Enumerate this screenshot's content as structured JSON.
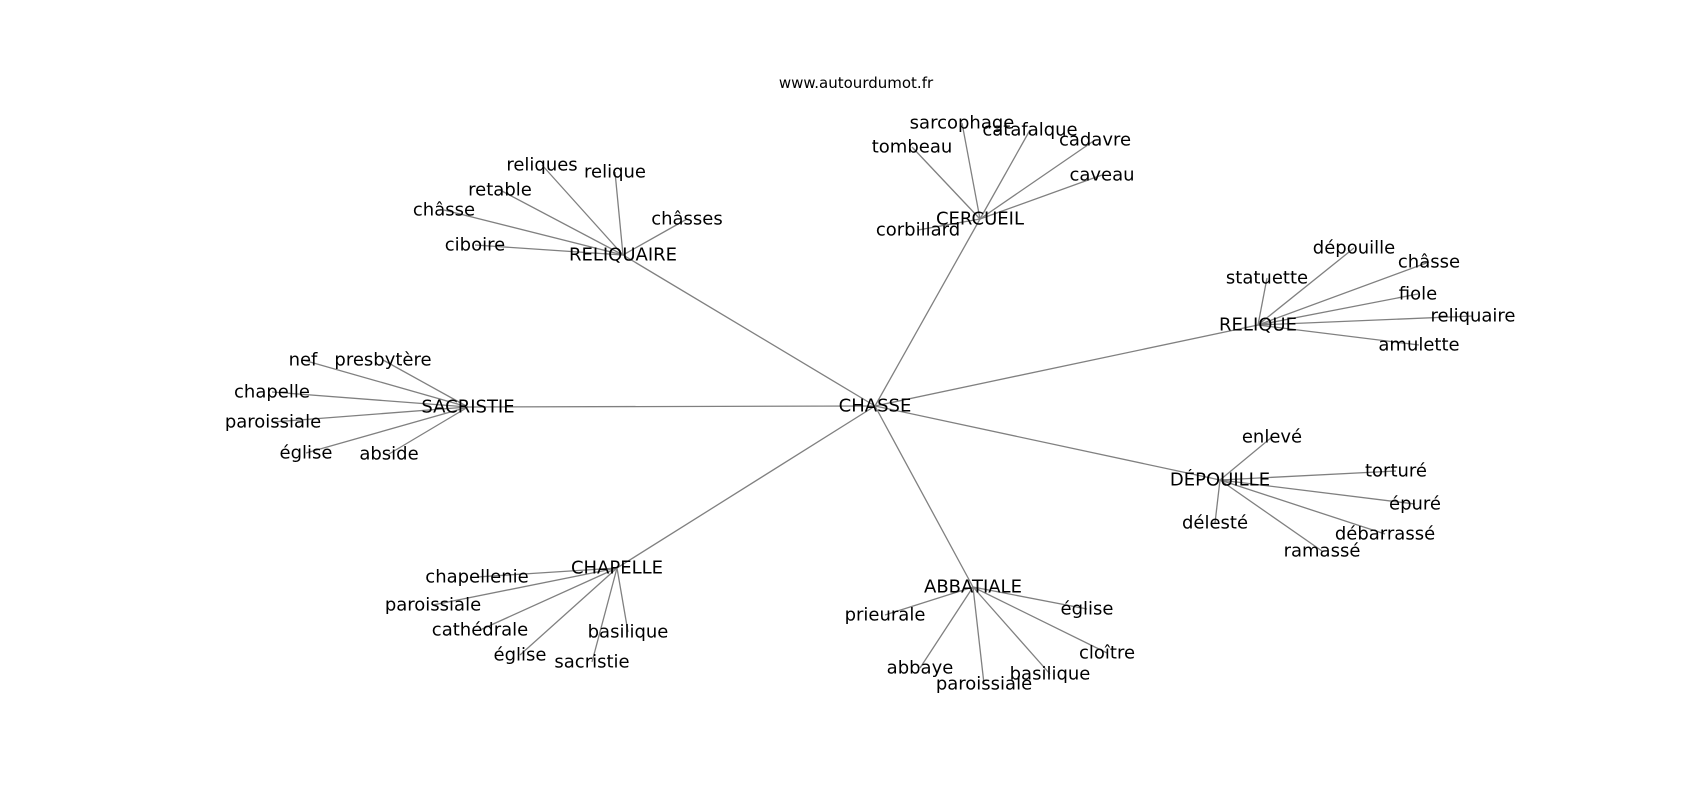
{
  "source_url": "www.autourdumot.fr",
  "center": "CHASSE",
  "hubs": {
    "reliquaire": {
      "label": "RELIQUAIRE",
      "leaves": [
        "reliques",
        "relique",
        "retable",
        "châsse",
        "ciboire",
        "châsses"
      ]
    },
    "cercueil": {
      "label": "CERCUEIL",
      "leaves": [
        "sarcophage",
        "catafalque",
        "cadavre",
        "tombeau",
        "caveau",
        "corbillard"
      ]
    },
    "relique": {
      "label": "RELIQUE",
      "leaves": [
        "dépouille",
        "statuette",
        "châsse",
        "fiole",
        "reliquaire",
        "amulette"
      ]
    },
    "sacristie": {
      "label": "SACRISTIE",
      "leaves": [
        "nef",
        "presbytère",
        "chapelle",
        "paroissiale",
        "église",
        "abside"
      ]
    },
    "depouille": {
      "label": "DÉPOUILLE",
      "leaves": [
        "enlevé",
        "torturé",
        "épuré",
        "délesté",
        "débarrassé",
        "ramassé"
      ]
    },
    "chapelle": {
      "label": "CHAPELLE",
      "leaves": [
        "chapellenie",
        "paroissiale",
        "cathédrale",
        "basilique",
        "église",
        "sacristie"
      ]
    },
    "abbatiale": {
      "label": "ABBATIALE",
      "leaves": [
        "prieurale",
        "église",
        "cloître",
        "abbaye",
        "basilique",
        "paroissiale"
      ]
    }
  }
}
